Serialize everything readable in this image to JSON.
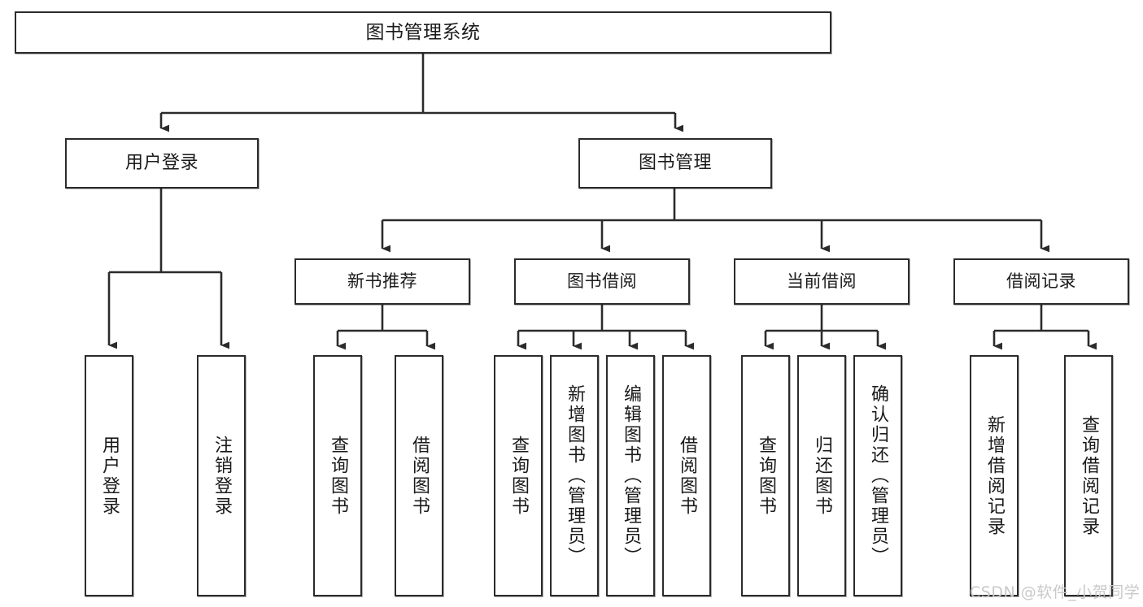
{
  "diagram": {
    "type": "tree-hierarchy-chart",
    "title": "图书管理系统",
    "watermark": "CSDN @软件_小贺同学",
    "colors": {
      "background": "#ffffff",
      "stroke": "#2b2b2b",
      "text": "#1a1a1a",
      "watermark": "#c9c9c9"
    },
    "root": {
      "label": "图书管理系统"
    },
    "level1": [
      {
        "id": "user-login",
        "label": "用户登录"
      },
      {
        "id": "book-management",
        "label": "图书管理"
      }
    ],
    "level2": [
      {
        "id": "new-book-recommend",
        "label": "新书推荐"
      },
      {
        "id": "book-borrow",
        "label": "图书借阅"
      },
      {
        "id": "current-borrow",
        "label": "当前借阅"
      },
      {
        "id": "borrow-record",
        "label": "借阅记录"
      }
    ],
    "leaves": {
      "user_login": [
        {
          "id": "leaf-user-login",
          "label": "用户登录"
        },
        {
          "id": "leaf-logout-login",
          "label": "注销登录"
        }
      ],
      "new_book_recommend": [
        {
          "id": "leaf-query-book-1",
          "label": "查询图书"
        },
        {
          "id": "leaf-borrow-book-1",
          "label": "借阅图书"
        }
      ],
      "book_borrow": [
        {
          "id": "leaf-query-book-2",
          "label": "查询图书"
        },
        {
          "id": "leaf-add-book",
          "label": "新增图书（管理员）"
        },
        {
          "id": "leaf-edit-book",
          "label": "编辑图书（管理员）"
        },
        {
          "id": "leaf-borrow-book-2",
          "label": "借阅图书"
        }
      ],
      "current_borrow": [
        {
          "id": "leaf-query-book-3",
          "label": "查询图书"
        },
        {
          "id": "leaf-return-book",
          "label": "归还图书"
        },
        {
          "id": "leaf-confirm-return",
          "label": "确认归还（管理员）"
        }
      ],
      "borrow_record": [
        {
          "id": "leaf-add-record",
          "label": "新增借阅记录"
        },
        {
          "id": "leaf-query-record",
          "label": "查询借阅记录"
        }
      ]
    }
  }
}
